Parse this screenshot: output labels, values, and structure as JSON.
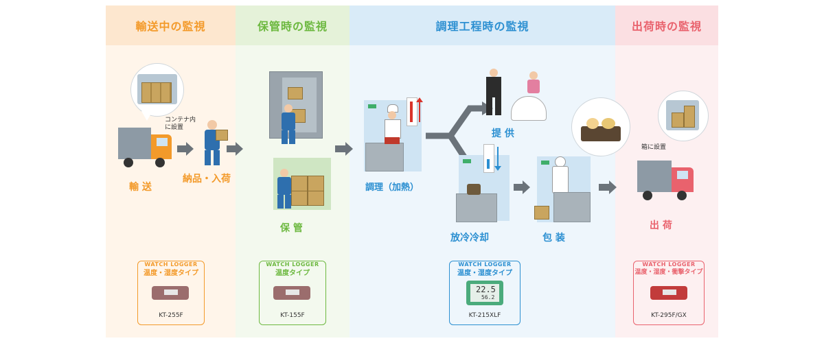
{
  "stages": [
    {
      "title": "輸送中の監視",
      "color": "#f39a2a",
      "head_bg": "#fde7cf",
      "body_bg": "#fff5ea"
    },
    {
      "title": "保管時の監視",
      "color": "#6cb83f",
      "head_bg": "#e5f2d9",
      "body_bg": "#f3f9ee"
    },
    {
      "title": "調理工程時の監視",
      "color": "#2b8fd1",
      "head_bg": "#d9ebf8",
      "body_bg": "#eef6fc"
    },
    {
      "title": "出荷時の監視",
      "color": "#e9626d",
      "head_bg": "#fbdfe2",
      "body_bg": "#fdf0f1"
    }
  ],
  "steps": {
    "transport": "輸 送",
    "receiving": "納品・入荷",
    "storage": "保 管",
    "cooking": "調理（加熱）",
    "serving": "提 供",
    "cooling": "放冷冷却",
    "packing": "包 装",
    "shipping": "出 荷"
  },
  "notes": {
    "container": "コンテナ内\nに設置",
    "box": "箱に設置"
  },
  "loggers": [
    {
      "brand": "WATCH LOGGER",
      "type": "温度・湿度タイプ",
      "model": "KT-255F"
    },
    {
      "brand": "WATCH LOGGER",
      "type": "温度タイプ",
      "model": "KT-155F"
    },
    {
      "brand": "WATCH LOGGER",
      "type": "温度・湿度タイプ",
      "model": "KT-215XLF",
      "display": "22.5",
      "display2": "56.2"
    },
    {
      "brand": "WATCH LOGGER",
      "type": "温度・湿度・衝撃タイプ",
      "model": "KT-295F/GX"
    }
  ],
  "icons": {
    "truck": "truck-icon",
    "worker": "worker-icon",
    "thermometer_up": "thermometer-up-icon",
    "thermometer_down": "thermometer-down-icon"
  }
}
